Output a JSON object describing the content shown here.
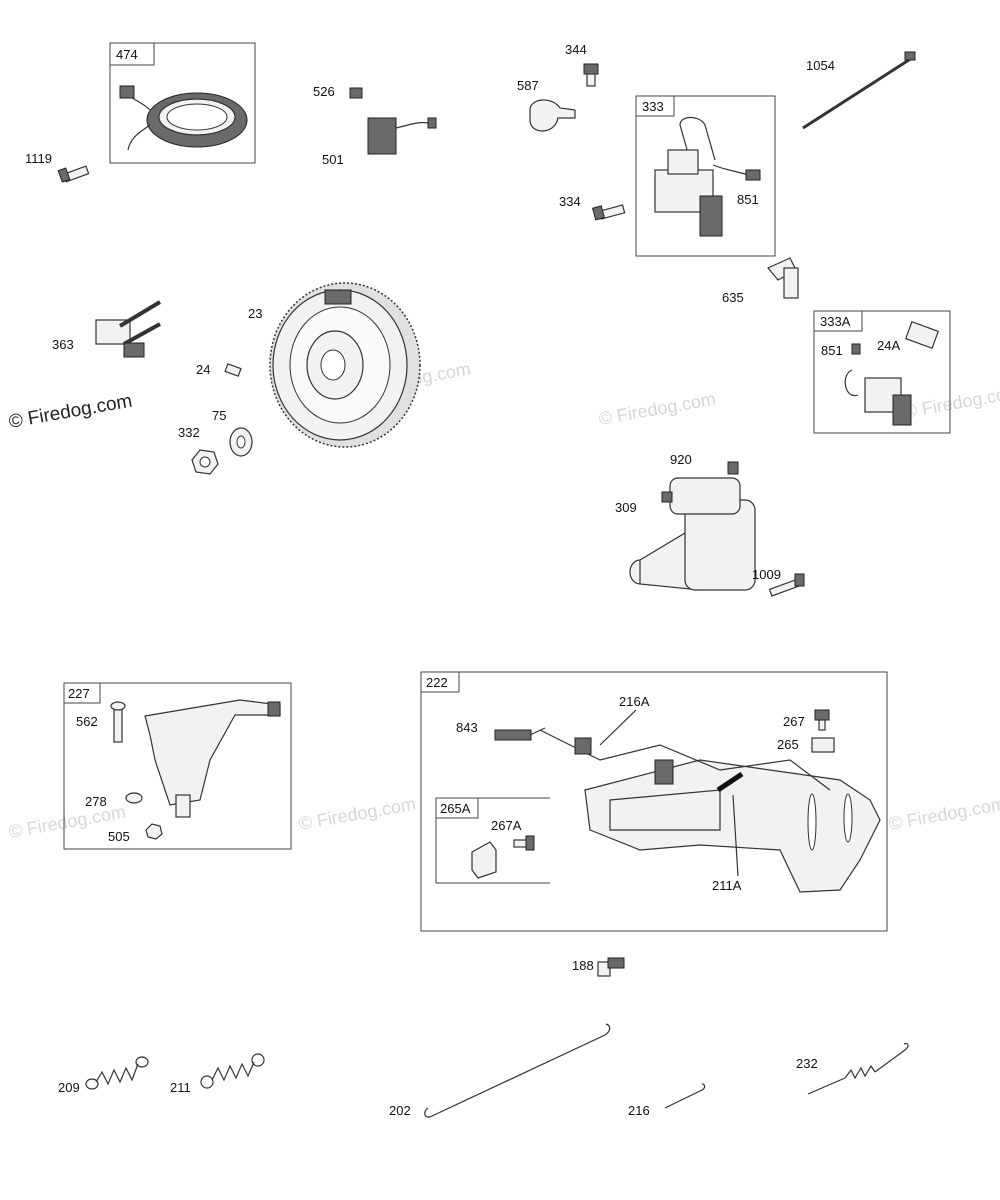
{
  "copyright": "© Firedog.com",
  "watermark": "© Firedog.com",
  "boxes": {
    "b474": "474",
    "b333": "333",
    "b333a": "333A",
    "b227": "227",
    "b222": "222",
    "b265a": "265A"
  },
  "labels": {
    "p1119": "1119",
    "p526": "526",
    "p501": "501",
    "p344": "344",
    "p587": "587",
    "p1054": "1054",
    "p334": "334",
    "p851a": "851",
    "p635": "635",
    "p363": "363",
    "p23": "23",
    "p24": "24",
    "p75": "75",
    "p332": "332",
    "p851b": "851",
    "p24a": "24A",
    "p920": "920",
    "p309": "309",
    "p1009": "1009",
    "p562": "562",
    "p278": "278",
    "p505": "505",
    "p216a": "216A",
    "p843": "843",
    "p267": "267",
    "p265": "265",
    "p267a": "267A",
    "p211a": "211A",
    "p188": "188",
    "p209": "209",
    "p211": "211",
    "p202": "202",
    "p216": "216",
    "p232": "232"
  }
}
